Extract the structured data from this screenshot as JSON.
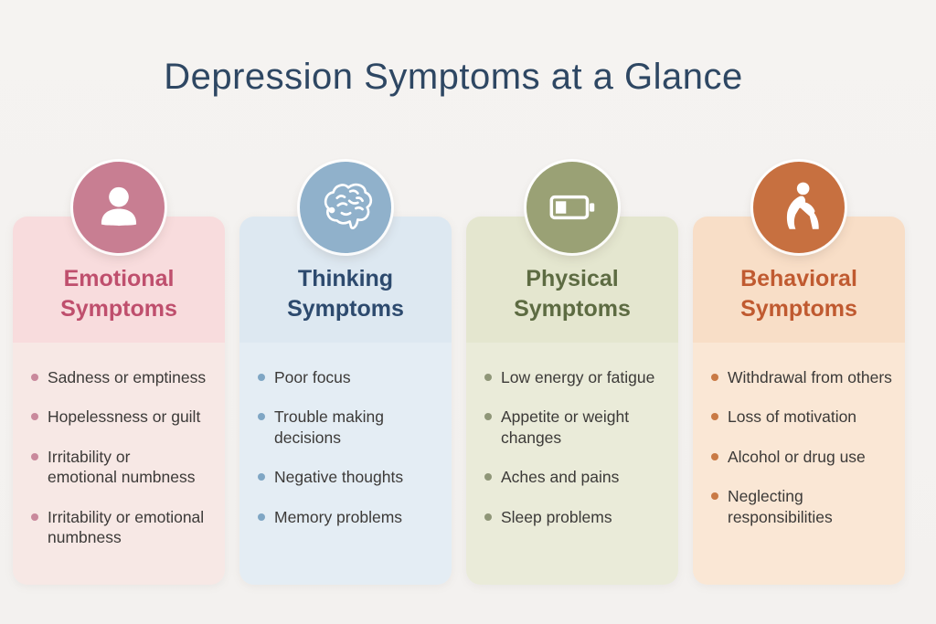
{
  "title": "Depression Symptoms at a Glance",
  "title_color": "#2e4763",
  "columns": [
    {
      "id": "emotional",
      "heading": "Emotional\nSymptoms",
      "icon": "person-icon",
      "colors": {
        "circle": "#c87e92",
        "heading": "#bf4f6d",
        "header_bg": "#f8dcdd",
        "body_bg": "#f7e8e5",
        "bullet": "#c9899c"
      },
      "items": [
        "Sadness or emptiness",
        "Hopelessness or guilt",
        "Irritability or\nemotional numbness",
        "Irritability or emotional\nnumbness"
      ]
    },
    {
      "id": "thinking",
      "heading": "Thinking\nSymptoms",
      "icon": "brain-icon",
      "colors": {
        "circle": "#90b1cb",
        "heading": "#2d4a6e",
        "header_bg": "#dde8f1",
        "body_bg": "#e4edf4",
        "bullet": "#7fa6c4"
      },
      "items": [
        "Poor focus",
        "Trouble making\ndecisions",
        "Negative thoughts",
        "Memory problems"
      ]
    },
    {
      "id": "physical",
      "heading": "Physical\nSymptoms",
      "icon": "battery-low-icon",
      "colors": {
        "circle": "#9aa175",
        "heading": "#5d6b42",
        "header_bg": "#e4e6cf",
        "body_bg": "#eaebd9",
        "bullet": "#8f9678"
      },
      "items": [
        "Low energy or fatigue",
        "Appetite or weight\nchanges",
        "Aches and pains",
        "Sleep problems"
      ]
    },
    {
      "id": "behavioral",
      "heading": "Behavioral\nSymptoms",
      "icon": "hunched-person-icon",
      "colors": {
        "circle": "#c77040",
        "heading": "#c05a30",
        "header_bg": "#f8dec7",
        "body_bg": "#fae7d5",
        "bullet": "#c97a45"
      },
      "items": [
        "Withdrawal from others",
        "Loss of motivation",
        "Alcohol or drug use",
        "Neglecting\nresponsibilities"
      ]
    }
  ]
}
